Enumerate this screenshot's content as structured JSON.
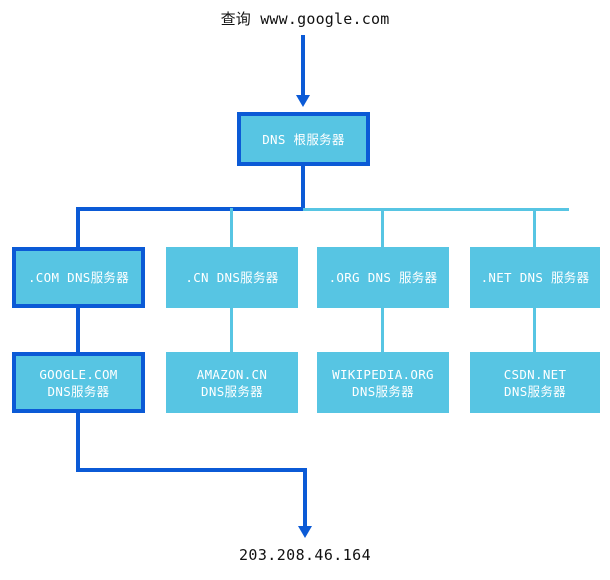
{
  "diagram": {
    "query_label": "查询 www.google.com",
    "result_label": "203.208.46.164",
    "root": {
      "label": "DNS 根服务器"
    },
    "tld": [
      {
        "label": ".COM DNS服务器"
      },
      {
        "label": ".CN DNS服务器"
      },
      {
        "label": ".ORG DNS 服务器"
      },
      {
        "label": ".NET DNS 服务器"
      }
    ],
    "authoritative": [
      {
        "label": "GOOGLE.COM\nDNS服务器"
      },
      {
        "label": "AMAZON.CN\nDNS服务器"
      },
      {
        "label": "WIKIPEDIA.ORG\nDNS服务器"
      },
      {
        "label": "CSDN.NET\nDNS服务器"
      }
    ],
    "colors": {
      "node_fill": "#57c5e3",
      "highlight": "#0b5ad6",
      "text": "#ffffff",
      "label_text": "#111111"
    }
  }
}
